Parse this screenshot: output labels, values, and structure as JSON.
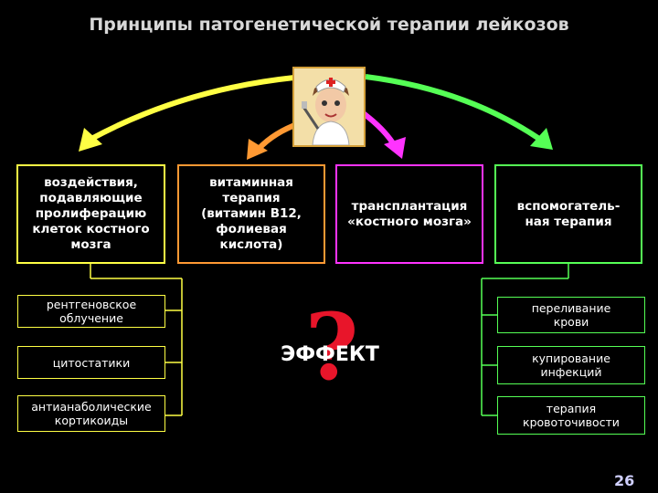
{
  "slide": {
    "title": "Принципы патогенетической терапии лейкозов",
    "page_number": "26",
    "center_image": "nurse-with-syringe-clipart",
    "effect_text": "ЭФФЕКТ",
    "question_mark": "?",
    "colors": {
      "yellow": "#ffff44",
      "orange": "#ff9933",
      "magenta": "#ff33ff",
      "green": "#55ff55",
      "red": "#e8152a"
    }
  },
  "categories": [
    "воздействия,\nподавляющие\nпролиферацию\nклеток костного\nмозга",
    "витаминная\nтерапия\n(витамин B12,\nфолиевая\nкислота)",
    "трансплантация\n«костного мозга»",
    "вспомогатель-\nная терапия"
  ],
  "left_items": [
    "рентгеновское\nоблучение",
    "цитостатики",
    "антианаболические\nкортикоиды"
  ],
  "right_items": [
    "переливание\nкрови",
    "купирование\nинфекций",
    "терапия\nкровоточивости"
  ]
}
